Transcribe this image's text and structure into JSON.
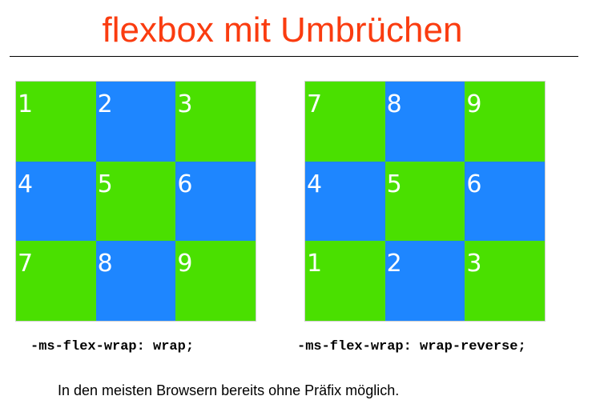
{
  "title": "flexbox mit Umbrüchen",
  "colors": {
    "title": "#fa3c10",
    "green": "#4ae000",
    "blue": "#1e86ff"
  },
  "demo_wrap": {
    "cells": [
      {
        "label": "1",
        "color": "green"
      },
      {
        "label": "2",
        "color": "blue"
      },
      {
        "label": "3",
        "color": "green"
      },
      {
        "label": "4",
        "color": "blue"
      },
      {
        "label": "5",
        "color": "green"
      },
      {
        "label": "6",
        "color": "blue"
      },
      {
        "label": "7",
        "color": "green"
      },
      {
        "label": "8",
        "color": "blue"
      },
      {
        "label": "9",
        "color": "green"
      }
    ],
    "caption": "-ms-flex-wrap: wrap;"
  },
  "demo_wrap_reverse": {
    "cells": [
      {
        "label": "7",
        "color": "green"
      },
      {
        "label": "8",
        "color": "blue"
      },
      {
        "label": "9",
        "color": "green"
      },
      {
        "label": "4",
        "color": "blue"
      },
      {
        "label": "5",
        "color": "green"
      },
      {
        "label": "6",
        "color": "blue"
      },
      {
        "label": "1",
        "color": "green"
      },
      {
        "label": "2",
        "color": "blue"
      },
      {
        "label": "3",
        "color": "green"
      }
    ],
    "caption": "-ms-flex-wrap: wrap-reverse;"
  },
  "note": "In den meisten Browsern bereits ohne Präfix möglich."
}
